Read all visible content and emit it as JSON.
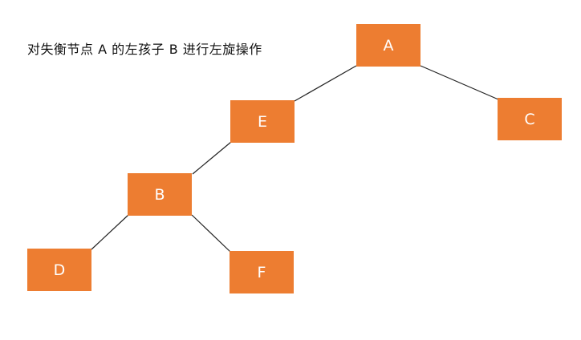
{
  "caption": "对失衡节点 A 的左孩子 B 进行左旋操作",
  "node_color": "#ED7D31",
  "nodes": {
    "a": "A",
    "e": "E",
    "c": "C",
    "b": "B",
    "d": "D",
    "f": "F"
  },
  "edges": [
    [
      "A",
      "E"
    ],
    [
      "A",
      "C"
    ],
    [
      "E",
      "B"
    ],
    [
      "B",
      "D"
    ],
    [
      "B",
      "F"
    ]
  ]
}
